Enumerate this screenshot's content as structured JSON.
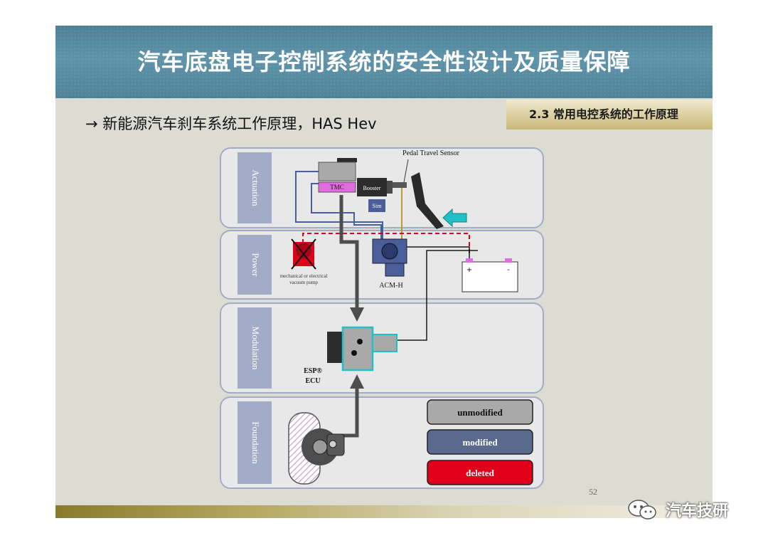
{
  "slide": {
    "title": "汽车底盘电子控制系统的安全性设计及质量保障",
    "section_tag": "2.3 常用电控系统的工作原理",
    "subtitle": "→ 新能源汽车刹车系统工作原理，HAS Hev",
    "page_number": "52"
  },
  "diagram": {
    "layers": [
      "Actuation",
      "Power",
      "Modulation",
      "Foundation"
    ],
    "labels": {
      "pedal_sensor": "Pedal Travel Sensor",
      "tmc": "TMC",
      "booster": "Booster",
      "sim": "Sim",
      "vacuum_pump_line1": "mechanical or electrical",
      "vacuum_pump_line2": "vacuum pump",
      "acm": "ACM-H",
      "esp": "ESP®",
      "ecu": "ECU",
      "battery_plus": "+",
      "battery_minus": "-"
    },
    "legend": [
      {
        "label": "unmodified",
        "color": "#a9a9a9"
      },
      {
        "label": "modified",
        "color": "#5a6a8e"
      },
      {
        "label": "deleted",
        "color": "#e0001a"
      }
    ],
    "colors": {
      "layer_bg": "#e8e8e8",
      "layer_label_bg": "#a3acc7",
      "line_blue": "#4a5f9a",
      "line_gold": "#b89a3a",
      "pressure_arrow": "#4d4d4d",
      "accent_cyan": "#1fc0c8",
      "deleted_red": "#e0001a"
    }
  },
  "watermark": {
    "text": "汽车技研",
    "icon": "wechat-icon"
  }
}
